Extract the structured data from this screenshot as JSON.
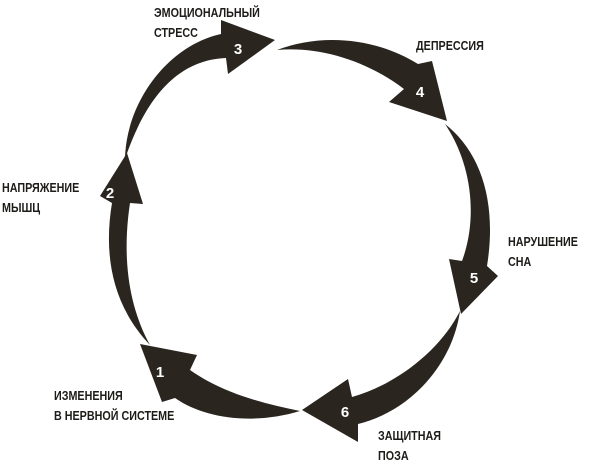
{
  "colors": {
    "arrow": "#2a251f",
    "number": "#ffffff",
    "text": "#1e1c19"
  },
  "steps": [
    {
      "number": "1",
      "label_lines": [
        "ИЗМЕНЕНИЯ",
        "В НЕРВНОЙ СИСТЕМЕ"
      ]
    },
    {
      "number": "2",
      "label_lines": [
        "НАПРЯЖЕНИЕ",
        "МЫШЦ"
      ]
    },
    {
      "number": "3",
      "label_lines": [
        "ЭМОЦИОНАЛЬНЫЙ",
        "СТРЕСС"
      ]
    },
    {
      "number": "4",
      "label_lines": [
        "ДЕПРЕССИЯ"
      ]
    },
    {
      "number": "5",
      "label_lines": [
        "НАРУШЕНИЕ",
        "СНА"
      ]
    },
    {
      "number": "6",
      "label_lines": [
        "ЗАЩИТНАЯ",
        "ПОЗА"
      ]
    }
  ]
}
